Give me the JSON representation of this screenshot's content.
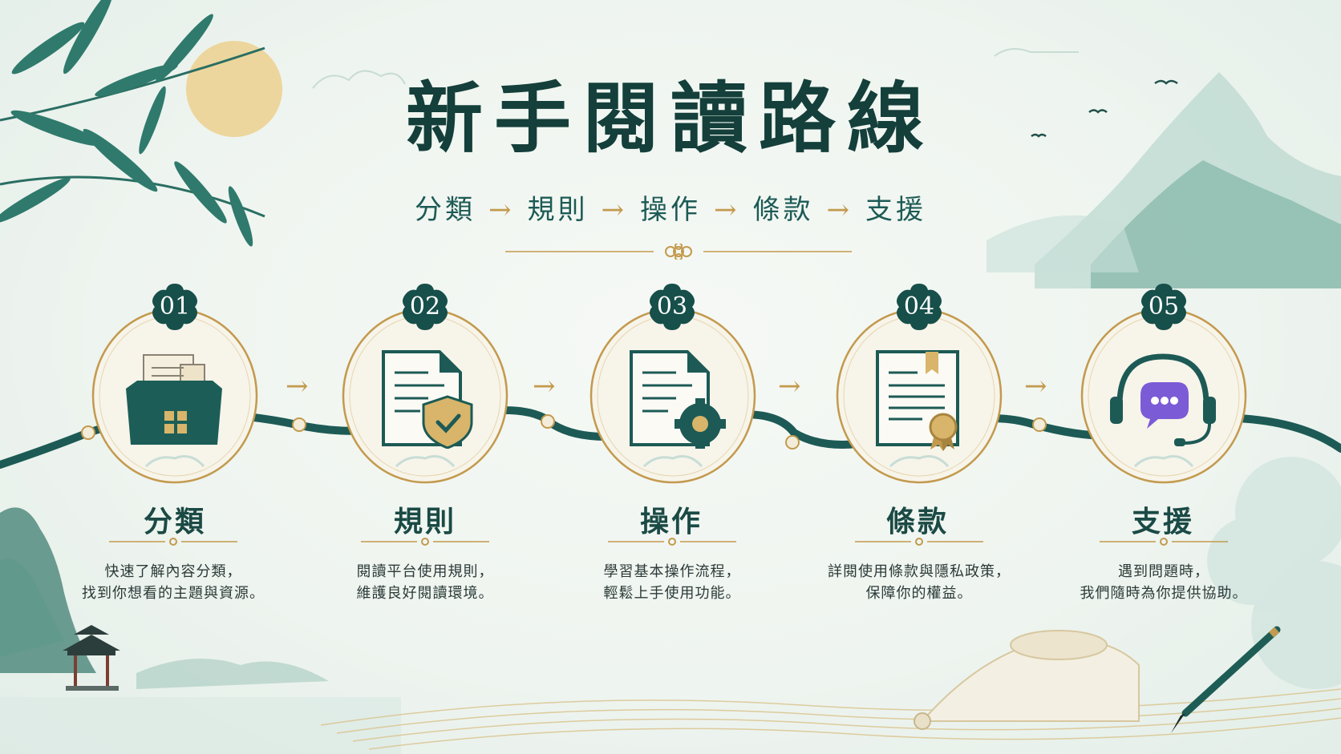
{
  "title": "新手閱讀路線",
  "flow": [
    "分類",
    "規則",
    "操作",
    "條款",
    "支援"
  ],
  "colors": {
    "teal": "#1d5a55",
    "dark_teal": "#143f3a",
    "gold": "#c39a4e",
    "purple": "#7b5bd6"
  },
  "steps": [
    {
      "num": "01",
      "title": "分類",
      "desc": [
        "快速了解內容分類，",
        "找到你想看的主題與資源。"
      ],
      "icon": "folder-documents-icon"
    },
    {
      "num": "02",
      "title": "規則",
      "desc": [
        "閱讀平台使用規則，",
        "維護良好閱讀環境。"
      ],
      "icon": "document-shield-icon"
    },
    {
      "num": "03",
      "title": "操作",
      "desc": [
        "學習基本操作流程，",
        "輕鬆上手使用功能。"
      ],
      "icon": "document-gear-icon"
    },
    {
      "num": "04",
      "title": "條款",
      "desc": [
        "詳閱使用條款與隱私政策，",
        "保障你的權益。"
      ],
      "icon": "certificate-icon"
    },
    {
      "num": "05",
      "title": "支援",
      "desc": [
        "遇到問題時，",
        "我們隨時為你提供協助。"
      ],
      "icon": "headset-chat-icon"
    }
  ]
}
